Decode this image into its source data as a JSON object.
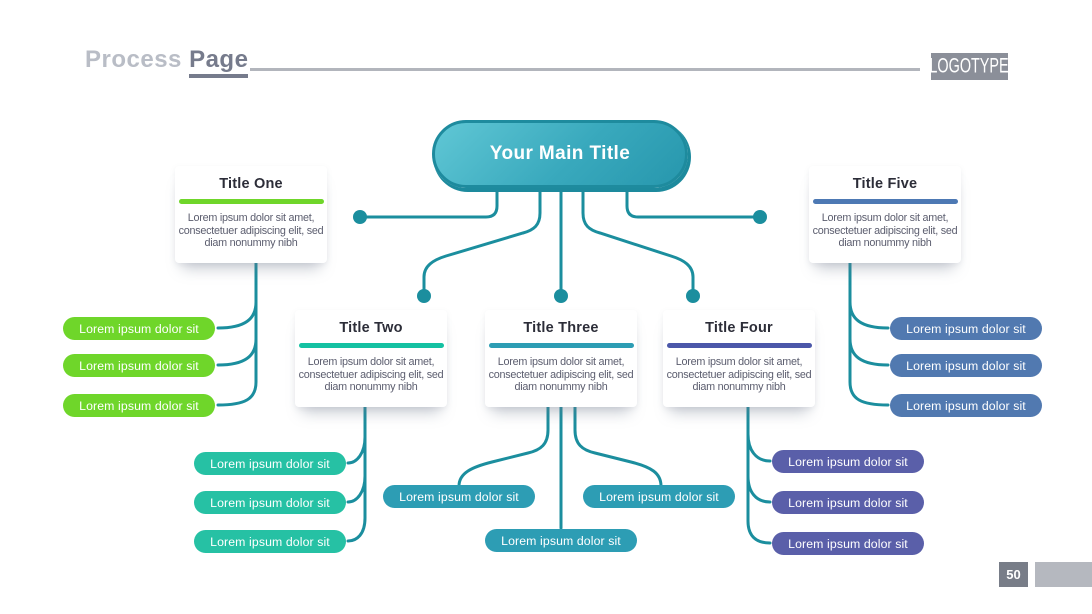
{
  "header": {
    "title_word1": "Process",
    "title_word2": "Page",
    "logotype": "LOGOTYPE"
  },
  "main_title": "Your Main Title",
  "cards": [
    {
      "title": "Title One",
      "accent": "#6fd62a",
      "body": "Lorem ipsum dolor sit amet, consectetuer adipiscing elit, sed diam nonummy nibh"
    },
    {
      "title": "Title Two",
      "accent": "#14c1a2",
      "body": "Lorem ipsum dolor sit amet, consectetuer adipiscing elit, sed diam nonummy nibh"
    },
    {
      "title": "Title Three",
      "accent": "#2d9db4",
      "body": "Lorem ipsum dolor sit amet, consectetuer adipiscing elit, sed diam nonummy nibh"
    },
    {
      "title": "Title Four",
      "accent": "#4b57a9",
      "body": "Lorem ipsum dolor sit amet, consectetuer adipiscing elit, sed diam nonummy nibh"
    },
    {
      "title": "Title Five",
      "accent": "#4d79b4",
      "body": "Lorem ipsum dolor sit amet, consectetuer adipiscing elit, sed diam nonummy nibh"
    }
  ],
  "pill_groups": {
    "green": {
      "color": "#6fd62a",
      "items": [
        "Lorem ipsum dolor sit",
        "Lorem ipsum dolor sit",
        "Lorem ipsum dolor sit"
      ]
    },
    "mint": {
      "color": "#26c1a4",
      "items": [
        "Lorem ipsum dolor sit",
        "Lorem ipsum dolor sit",
        "Lorem ipsum dolor sit"
      ]
    },
    "teal": {
      "color": "#2d9db4",
      "items": [
        "Lorem ipsum dolor sit",
        "Lorem ipsum dolor sit",
        "Lorem ipsum dolor sit"
      ]
    },
    "purple": {
      "color": "#5a5fa9",
      "items": [
        "Lorem ipsum dolor sit",
        "Lorem ipsum dolor sit",
        "Lorem ipsum dolor sit"
      ]
    },
    "blue": {
      "color": "#5179b0",
      "items": [
        "Lorem ipsum dolor sit",
        "Lorem ipsum dolor sit",
        "Lorem ipsum dolor sit"
      ]
    }
  },
  "footer": {
    "page_number": "50"
  },
  "colors": {
    "connector": "#1b8e9e",
    "bubble_border": "#1e8b9e",
    "bubble_gradient_start": "#60c7d5",
    "bubble_gradient_end": "#2797ad",
    "header_light_gray": "#b9bdc6",
    "header_dark_gray": "#767b8c",
    "logotype_bg": "#8b8f99",
    "page_number_bg": "#787d88",
    "footer_bar": "#b5b8bf"
  }
}
